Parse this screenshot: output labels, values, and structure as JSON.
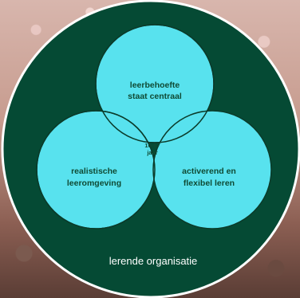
{
  "diagram": {
    "colors": {
      "outer": "#054a34",
      "circle": "#58e2ee",
      "stroke": "#0b3b2a",
      "center": "#ffffff"
    },
    "top_circle": {
      "line1": "leerbehoefte",
      "line2": "staat centraal"
    },
    "left_circle": {
      "line1": "realistische",
      "line2": "leeromgeving"
    },
    "right_circle": {
      "line1": "activerend en",
      "line2": "flexibel leren"
    },
    "center_label": {
      "line1": "10-67",
      "line2": "jaar"
    },
    "outer_label": "lerende organisatie"
  }
}
